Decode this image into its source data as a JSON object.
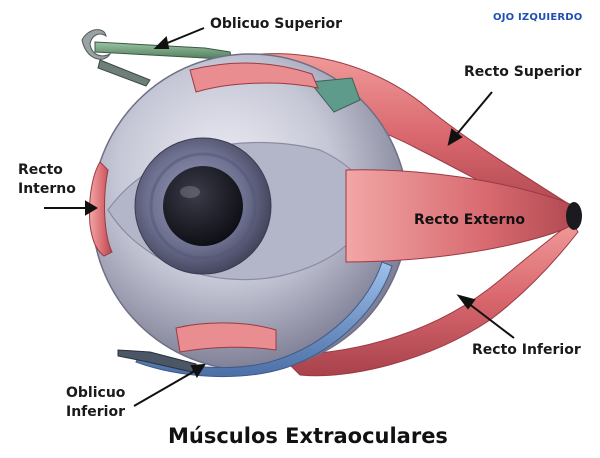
{
  "diagram": {
    "title": "Músculos Extraoculares",
    "eye_tag": "OJO IZQUIERDO",
    "labels": {
      "superior_oblique": "Oblicuo Superior",
      "superior_rectus": "Recto Superior",
      "medial_rectus_1": "Recto",
      "medial_rectus_2": "Interno",
      "lateral_rectus": "Recto Externo",
      "inferior_rectus": "Recto Inferior",
      "inferior_oblique_1": "Oblicuo",
      "inferior_oblique_2": "Inferior"
    },
    "colors": {
      "muscle": "#d9676d",
      "muscle_dark": "#a8424c",
      "sclera": "#c9cad8",
      "iris": "#6f7293",
      "pupil": "#16161f",
      "oblique_inferior_band": "#6f98cf",
      "oblique_superior_band": "#6f9b7c",
      "tag": "#1e4fb4"
    }
  }
}
